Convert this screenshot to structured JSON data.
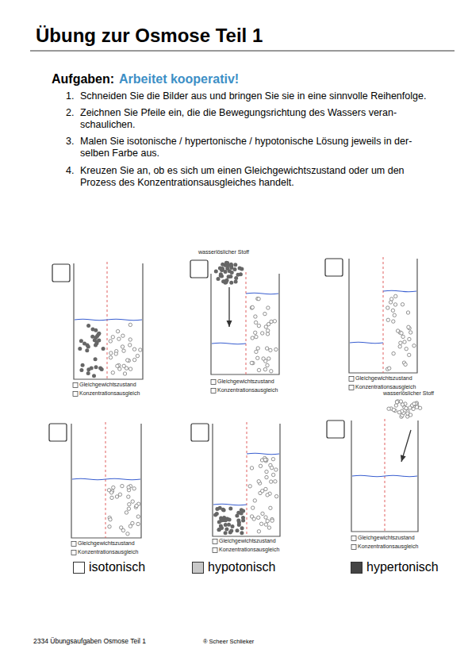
{
  "diagram": {
    "title": "Übung zur Osmose Teil 1",
    "labels": [
      "Aufgaben:",
      "Arbeitet kooperativ!",
      "1.",
      "Schneiden Sie die Bilder aus und bringen Sie sie in eine sinnvolle Reihenfolge.",
      "2.",
      "Zeichnen Sie Pfeile ein, die die Bewegungsrichtung des Wassers veran- schaulichen.",
      "3.",
      "Malen Sie isotonische / hypertonische / hypotonische Lösung jeweils in der- selben Farbe aus.",
      "4.",
      "Kreuzen Sie an, ob es sich um einen Gleichgewichtszustand oder um den Prozess des Konzentrationsausgleiches handelt.",
      "Gleichgewichtszustand",
      "Konzentrationsausgleich",
      "wasserlöslicher Stoff",
      "Gleichgewichtszustand",
      "Konzentrationsausgleich",
      "Gleichgewichtszustand",
      "Konzentrationsausgleich",
      "Gleichgewichtszustand",
      "Konzentrationsausgleich",
      "Gleichgewichtszustand",
      "Konzentrationsausgleich",
      "wasserlöslicher Stoff",
      "Gleichgewichtszustand",
      "Konzentrationsausgleich",
      "2334 Übungsaufgaben Osmose Teil 1",
      "® Scheer Schlieker"
    ],
    "legend": [
      {
        "text": "isotonisch",
        "color": "#ffffff"
      },
      {
        "text": "hypotonisch",
        "color": "#c8c8c8"
      },
      {
        "text": "hypertonisch",
        "color": "#444444"
      }
    ]
  }
}
